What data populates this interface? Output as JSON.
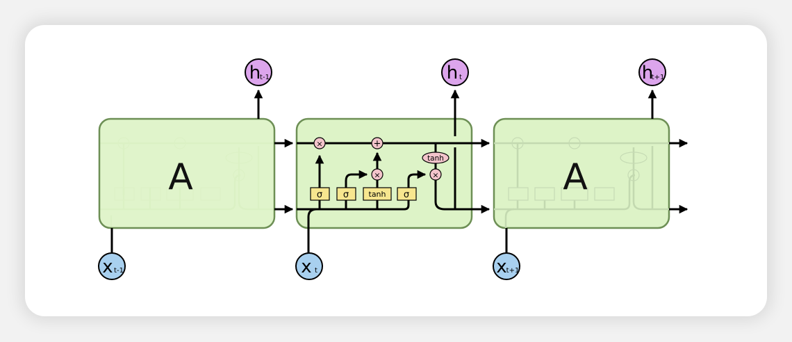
{
  "diagram": {
    "title": "LSTM chain",
    "colors": {
      "cell_fill": "#ddf3c7",
      "cell_stroke": "#6d8f55",
      "gate_fill": "#f7e68f",
      "op_fill": "#f3c4cb",
      "h_fill": "#dca5ec",
      "x_fill": "#a8d0ef",
      "line": "#000000"
    },
    "cells": [
      {
        "label": "A",
        "kind": "collapsed",
        "output": {
          "main": "h",
          "sub": "t-1"
        },
        "input": {
          "main": "x",
          "sub": "t-1"
        }
      },
      {
        "label": "",
        "kind": "expanded",
        "output": {
          "main": "h",
          "sub": "t"
        },
        "input": {
          "main": "x",
          "sub": "t"
        }
      },
      {
        "label": "A",
        "kind": "collapsed",
        "output": {
          "main": "h",
          "sub": "t+1"
        },
        "input": {
          "main": "x",
          "sub": "t+1"
        }
      }
    ],
    "gates": [
      "σ",
      "σ",
      "tanh",
      "σ"
    ],
    "ops": {
      "forget_mult": "×",
      "add": "+",
      "input_mult": "×",
      "output_mult": "×",
      "cell_tanh": "tanh"
    }
  }
}
